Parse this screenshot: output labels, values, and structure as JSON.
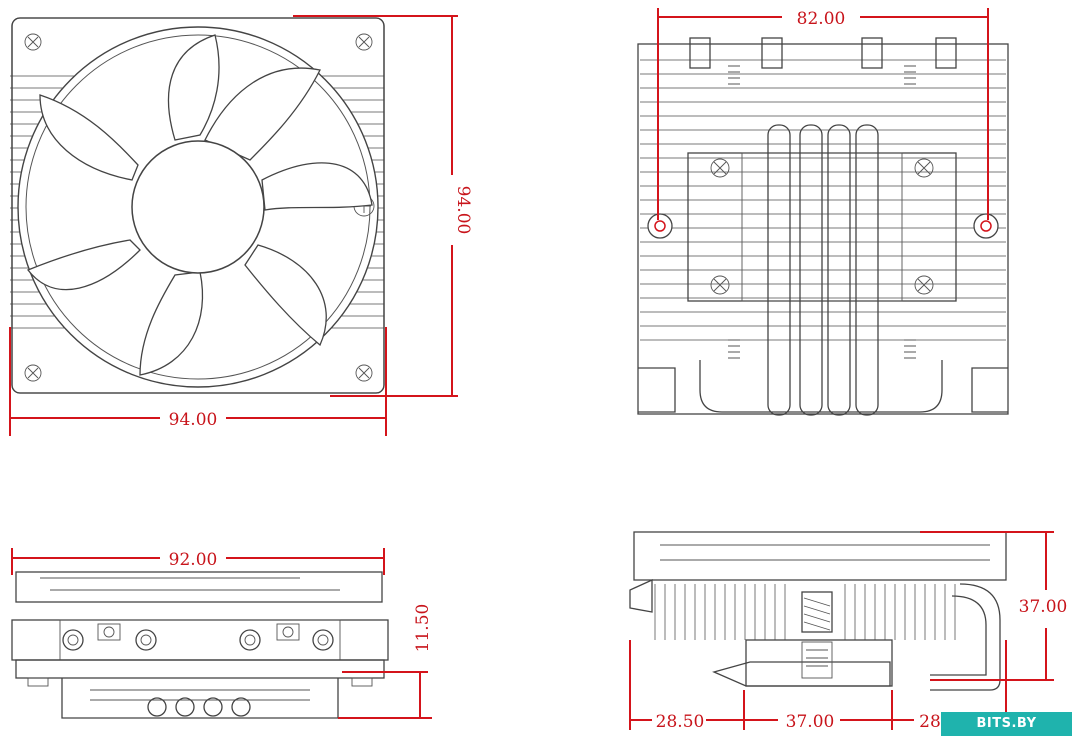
{
  "dimensions": {
    "top_view": {
      "width": "94.00",
      "height": "94.00"
    },
    "front_view": {
      "mount_spacing": "82.00"
    },
    "bottom_left_view": {
      "width": "92.00",
      "base_height": "11.50"
    },
    "side_view": {
      "height": "37.00",
      "offset_left": "28.50",
      "base": "37.00",
      "offset_right": "28"
    }
  },
  "watermark": "BITS.BY",
  "colors": {
    "dimension": "#d4141b",
    "line": "#444444",
    "badge": "#1fb3ad"
  }
}
